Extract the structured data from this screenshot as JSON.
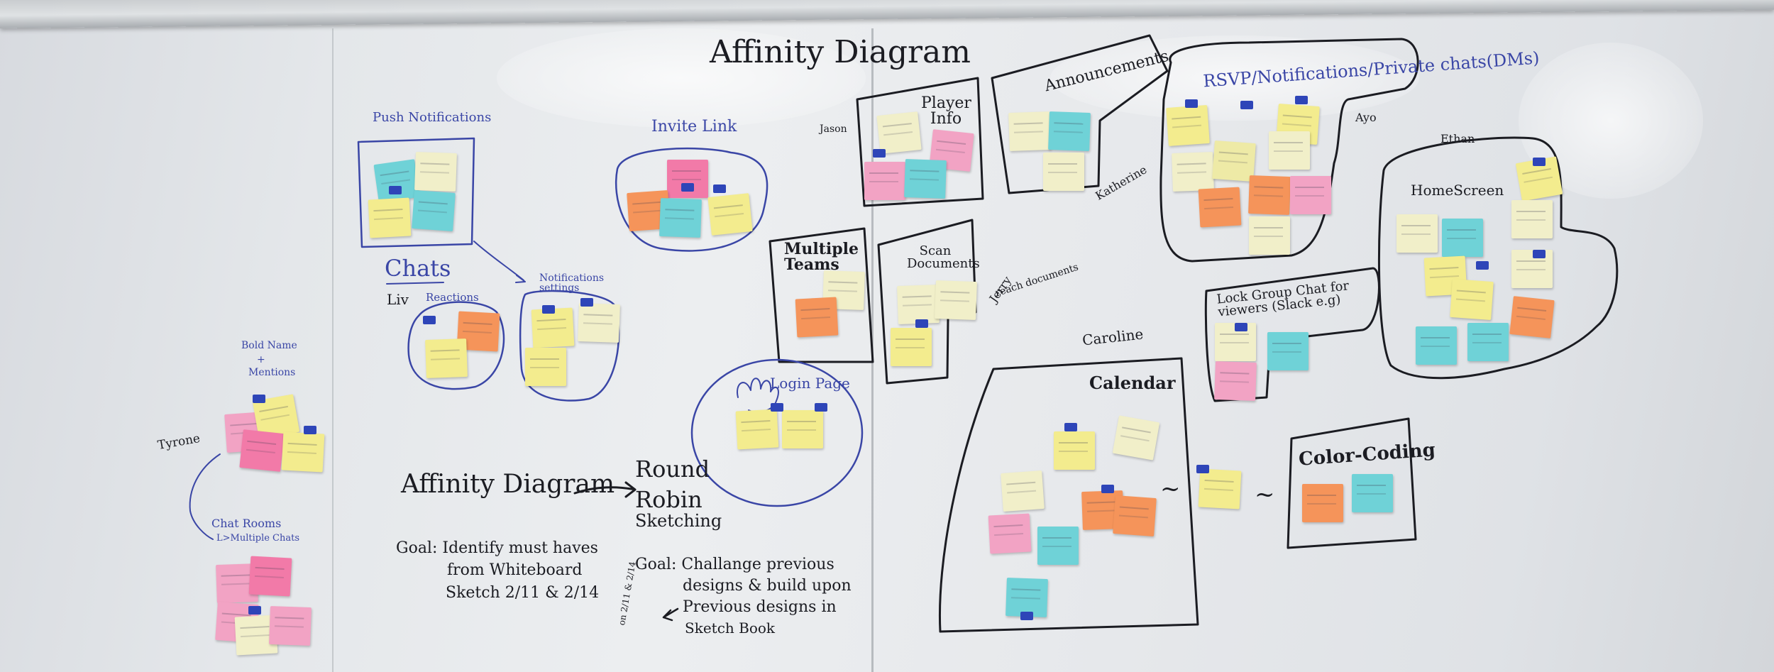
{
  "colors": {
    "yellow": "#f3ec8e",
    "pale_yellow": "#eeeaa6",
    "cream": "#f1efc9",
    "pink": "#f2a3c4",
    "hot_pink": "#f27aa8",
    "orange": "#f5945a",
    "cyan": "#6fd2d7",
    "blue_ink": "#3a46a6",
    "black_ink": "#1b1c22",
    "tape": "#2e45b8"
  },
  "labels": {
    "title": "Affinity Diagram",
    "push_notifications": "Push Notifications",
    "invite_link": "Invite Link",
    "chats": "Chats",
    "liv": "Liv",
    "reactions": "Reactions",
    "notifications_settings": "Notifications settings",
    "jason": "Jason",
    "player_info": "Player Info",
    "announcements": "Announcements",
    "katherine": "Katherine",
    "rsvp": "RSVP/Notifications/Private chats(DMs)",
    "ayo": "Ayo",
    "ethan": "Ethan",
    "home_screen": "HomeScreen",
    "multiple_teams": "Multiple Teams",
    "scan_documents": "Scan Documents",
    "jerry": "Jerry",
    "reach_documents": "reach documents",
    "lock_group_chat": "Lock Group Chat for viewers (Slack e.g)",
    "caroline": "Caroline",
    "calendar": "Calendar",
    "color_coding": "Color-Coding",
    "login_page": "Login Page",
    "bold_name": "Bold Name",
    "plus": "+",
    "mentions": "Mentions",
    "tyrone": "Tyrone",
    "chat_rooms": "Chat Rooms",
    "multiple_chats": "L>Multiple Chats",
    "affinity_lower": "Affinity Diagram",
    "round": "Round",
    "robin": "Robin",
    "sketching": "Sketching",
    "goal1_line1": "Goal: Identify must haves",
    "goal1_line2": "from Whiteboard",
    "goal1_line3": "Sketch 2/11 & 2/14",
    "goal2_line1": "Goal: Challange previous",
    "goal2_line2": "designs & build upon",
    "goal2_line3": "Previous designs in",
    "goal2_line4": "Sketch Book",
    "date_note": "on 2/11 & 2/14",
    "tilde_left": "~",
    "tilde_right": "~"
  }
}
